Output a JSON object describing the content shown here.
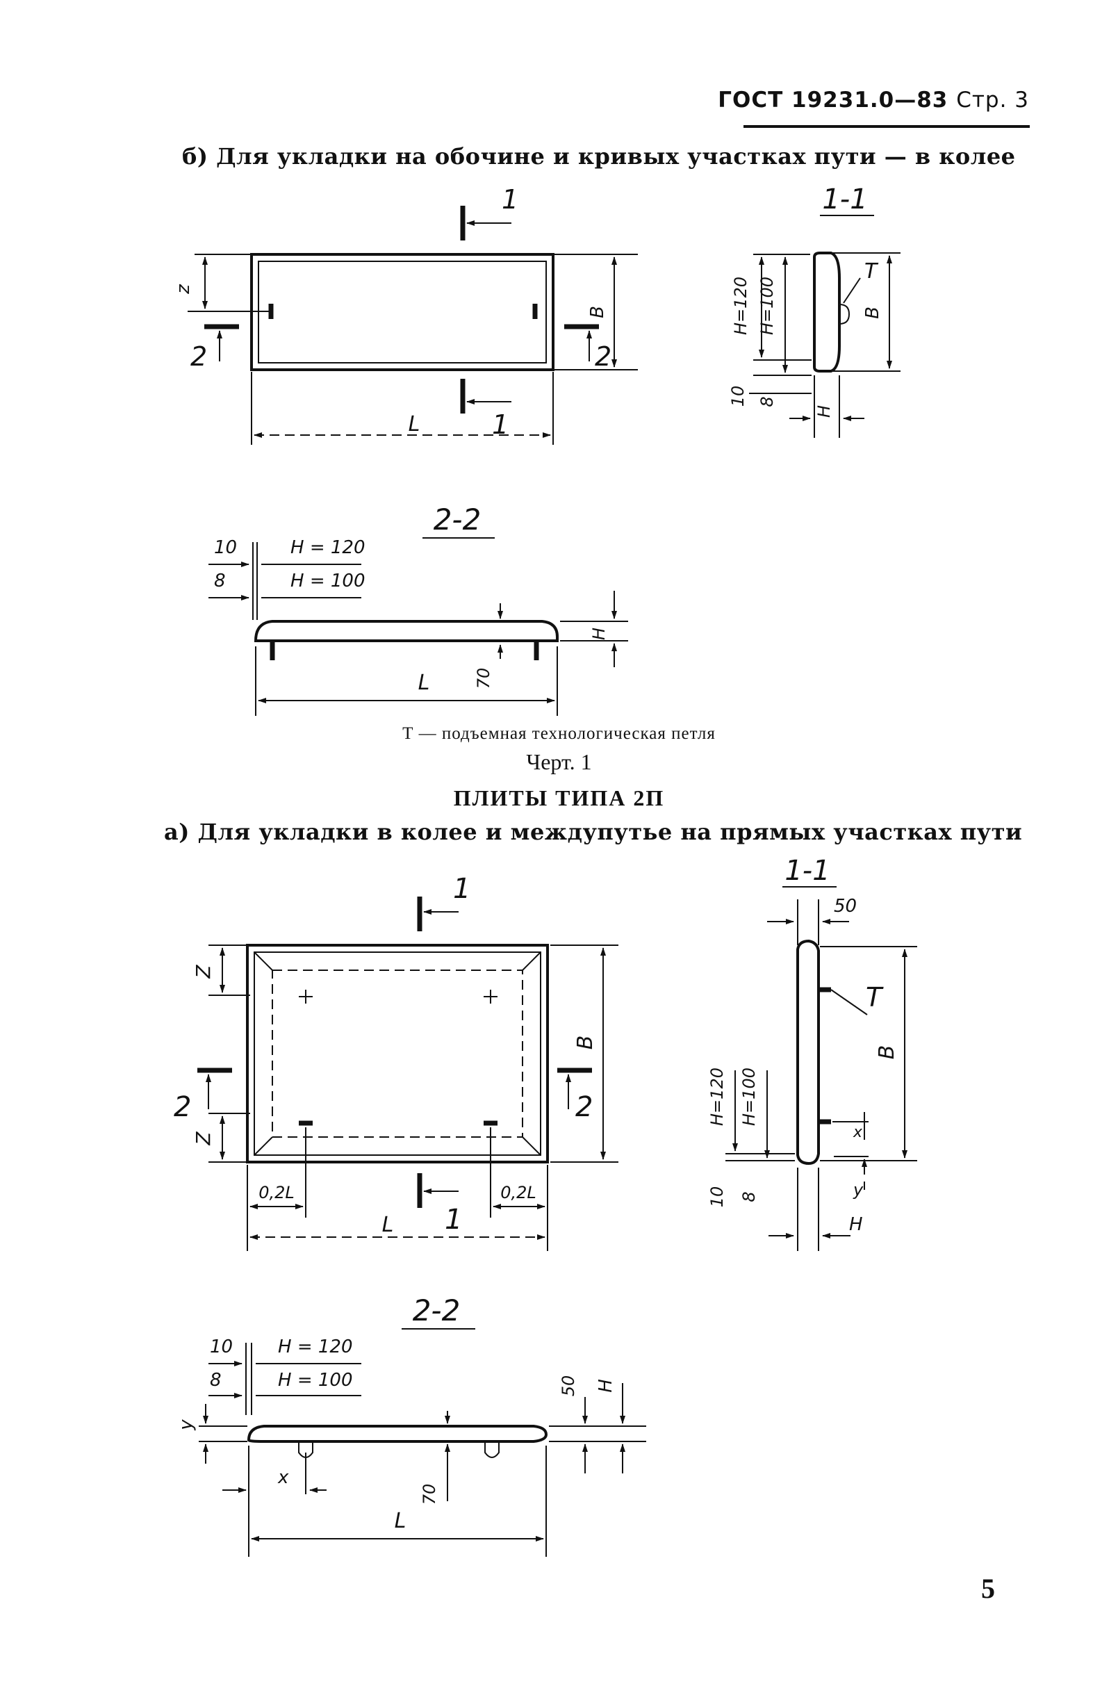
{
  "header": {
    "standard": "ГОСТ 19231.0—83",
    "page_label": "Стр. 3"
  },
  "section_b": {
    "title": "б) Для укладки на обочине и кривых участках пути — в колее",
    "plan": {
      "section_mark_1": "1",
      "section_mark_2": "2",
      "dim_z": "z",
      "dim_B": "B",
      "dim_L": "L"
    },
    "view_1_1": {
      "title": "1-1",
      "T": "T",
      "B": "B",
      "H120": "H=120",
      "H100": "H=100",
      "d10": "10",
      "d8": "8",
      "H": "H"
    },
    "view_2_2": {
      "title": "2-2",
      "d10": "10",
      "H120": "H = 120",
      "d8": "8",
      "H100": "H = 100",
      "H": "H",
      "d70": "70",
      "L": "L"
    },
    "legend": "Т — подъемная технологическая петля",
    "figure": "Черт. 1"
  },
  "section_2p": {
    "heading": "ПЛИТЫ ТИПА 2П",
    "title": "а) Для укладки в колее и междупутье на прямых участках пути",
    "plan": {
      "section_mark_1": "1",
      "section_mark_2": "2",
      "Z": "Z",
      "B": "B",
      "L": "L",
      "dim_02L": "0,2L"
    },
    "view_1_1": {
      "title": "1-1",
      "d50": "50",
      "T": "T",
      "B": "B",
      "H120": "H=120",
      "H100": "H=100",
      "x": "x",
      "d10": "10",
      "d8": "8",
      "y": "y",
      "H": "H"
    },
    "view_2_2": {
      "title": "2-2",
      "d10": "10",
      "H120": "H = 120",
      "d8": "8",
      "H100": "H = 100",
      "y": "y",
      "d50": "50",
      "H": "H",
      "x": "x",
      "d70": "70",
      "L": "L"
    }
  },
  "page_number": "5"
}
